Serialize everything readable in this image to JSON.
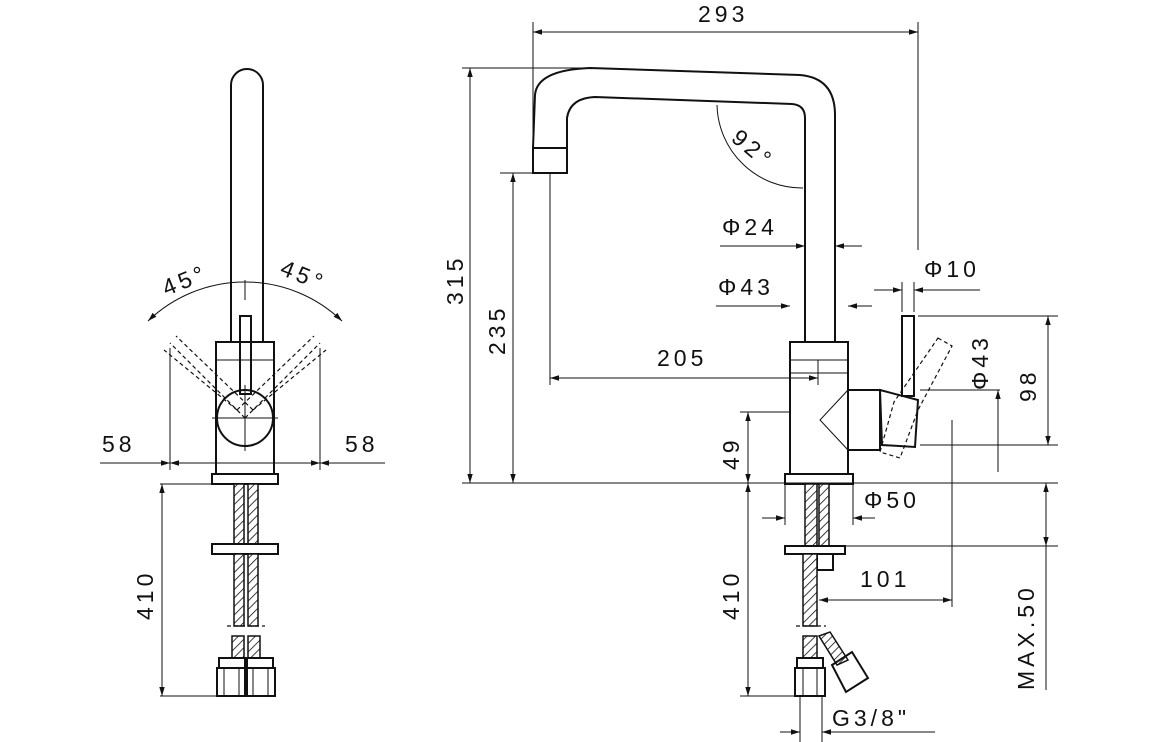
{
  "dimensions": {
    "overall_width": "293",
    "overall_height": "315",
    "spout_outlet_height": "235",
    "spout_reach": "205",
    "spout_angle": "92°",
    "spout_diameter": "Φ24",
    "body_diameter": "Φ43",
    "lever_diameter": "Φ10",
    "lever_rotation_diameter": "Φ43",
    "lever_height": "98",
    "base_height": "49",
    "base_diameter": "Φ50",
    "lever_offset": "101",
    "hose_length": "410",
    "max_deck_thickness": "MAX.50",
    "connection_thread": "G3/8\"",
    "lever_swing_angle": "45°",
    "side_clearance": "58"
  }
}
